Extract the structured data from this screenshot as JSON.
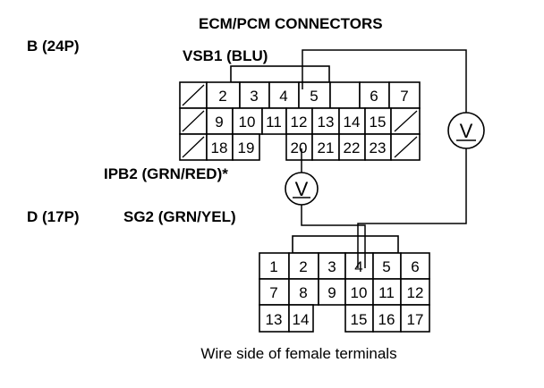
{
  "title": "ECM/PCM CONNECTORS",
  "connector_b": {
    "label": "B (24P)",
    "wire_label": "VSB1 (BLU)",
    "probe_label": "IPB2 (GRN/RED)*",
    "rows": [
      [
        "",
        "2",
        "3",
        "4",
        "5",
        "",
        "6",
        "7"
      ],
      [
        "",
        "9",
        "10",
        "11",
        "12",
        "13",
        "14",
        "15",
        ""
      ],
      [
        "",
        "18",
        "19",
        "",
        "20",
        "21",
        "22",
        "23",
        ""
      ]
    ]
  },
  "connector_d": {
    "label": "D (17P)",
    "wire_label": "SG2 (GRN/YEL)",
    "rows": [
      [
        "1",
        "2",
        "3",
        "4",
        "5",
        "6"
      ],
      [
        "7",
        "8",
        "9",
        "10",
        "11",
        "12"
      ],
      [
        "13",
        "14",
        "",
        "15",
        "16",
        "17"
      ]
    ]
  },
  "meters": [
    {
      "symbol": "V"
    },
    {
      "symbol": "V"
    }
  ],
  "caption": "Wire side of female terminals"
}
